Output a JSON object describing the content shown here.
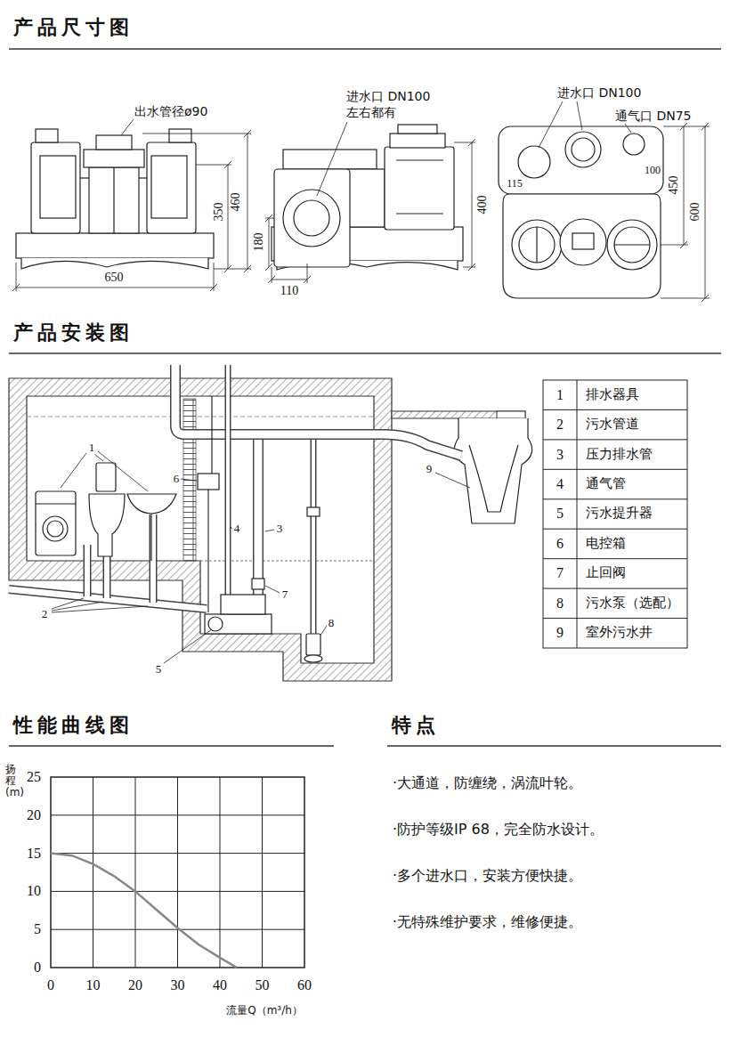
{
  "diagram": {
    "labels": [
      "产品尺寸图",
      "出水管径ø90",
      "460",
      "350",
      "650",
      "进水口 DN100",
      "左右都有",
      "400",
      "180",
      "110",
      "进水口 DN100",
      "通气口 DN75",
      "100",
      "115",
      "450",
      "600",
      "产品安装图",
      "1",
      "2",
      "3",
      "4",
      "5",
      "6",
      "7",
      "8",
      "9",
      "1",
      "排水器具",
      "2",
      "污水管道",
      "3",
      "压力排水管",
      "4",
      "通气管",
      "5",
      "污水提升器",
      "6",
      "电控箱",
      "7",
      "止回阀",
      "8",
      "污水泵（选配）",
      "9",
      "室外污水井",
      "性能曲线图",
      "扬程(m)",
      "25",
      "20",
      "15",
      "10",
      "5",
      "0",
      "0",
      "10",
      "20",
      "30",
      "40",
      "50",
      "60",
      "流量Q（m³/h）",
      "特点",
      "·大通道，防缠绕，涡流叶轮。",
      "·防护等级IP 68，完全防水设计。",
      "·多个进水口，安装方便快捷。",
      "·无特殊维护要求，维修便捷。"
    ]
  }
}
